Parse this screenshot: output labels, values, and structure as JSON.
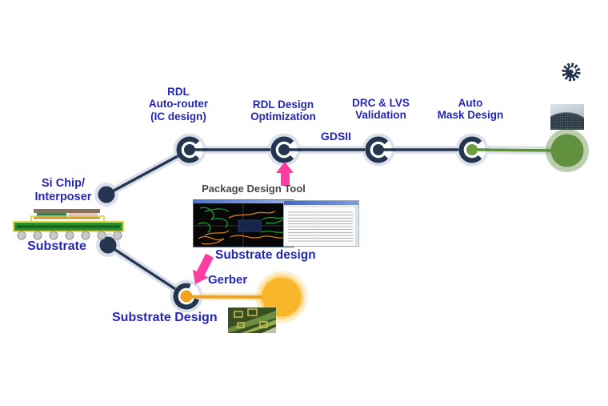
{
  "page": {
    "background": "#ffffff",
    "description": "Semiconductor package RDL design automation flow diagram"
  },
  "flow": {
    "stages": [
      {
        "name": "rdl-auto-router",
        "lines": [
          "RDL",
          "Auto-router",
          "(IC design)"
        ]
      },
      {
        "name": "rdl-design-optimization",
        "lines": [
          "RDL Design",
          "Optimization"
        ]
      },
      {
        "name": "drc-lvs-validation",
        "lines": [
          "DRC & LVS",
          "Validation"
        ]
      },
      {
        "name": "auto-mask-design",
        "lines": [
          "Auto",
          "Mask Design"
        ]
      }
    ],
    "edge_labels": {
      "gdsii": "GDSII",
      "gerber": "Gerber"
    },
    "inputs": {
      "si_chip": {
        "lines": [
          "Si Chip/",
          "Interposer"
        ]
      },
      "substrate": "Substrate"
    },
    "package_tool_title": "Package Design Tool",
    "substrate_design_callout": "Substrate design",
    "substrate_design_stage": "Substrate Design"
  },
  "icons": {
    "gear": "gear-icon",
    "wafer": "wafer-photo",
    "package_cross_section": "chip-on-substrate-graphic",
    "cad_screenshot": "package-design-tool-screenshot",
    "pcb_photo": "substrate-pcb-photo",
    "arrow_up": "pink-arrow-up",
    "arrow_down_left": "pink-arrow-down-left"
  },
  "colors": {
    "node_navy": "#24364f",
    "label_blue": "#2326b8",
    "line_casing": "#dce0ec",
    "green_node": "#61913f",
    "green_line": "#5f8f3d",
    "orange_node": "#f2a21f",
    "orange_big": "#f8b72b",
    "pink_arrow": "#fa3da0",
    "tool_title_gray": "#474747"
  }
}
